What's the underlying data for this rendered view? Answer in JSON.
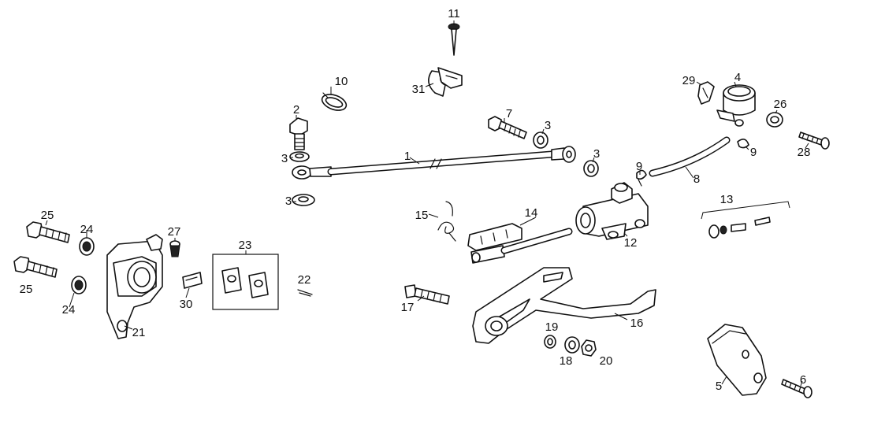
{
  "callouts": [
    {
      "id": "1",
      "label": "1"
    },
    {
      "id": "2",
      "label": "2"
    },
    {
      "id": "3a",
      "label": "3"
    },
    {
      "id": "3b",
      "label": "3"
    },
    {
      "id": "3c",
      "label": "3"
    },
    {
      "id": "3d",
      "label": "3"
    },
    {
      "id": "4",
      "label": "4"
    },
    {
      "id": "5",
      "label": "5"
    },
    {
      "id": "6",
      "label": "6"
    },
    {
      "id": "7",
      "label": "7"
    },
    {
      "id": "8",
      "label": "8"
    },
    {
      "id": "9a",
      "label": "9"
    },
    {
      "id": "9b",
      "label": "9"
    },
    {
      "id": "10",
      "label": "10"
    },
    {
      "id": "11",
      "label": "11"
    },
    {
      "id": "12",
      "label": "12"
    },
    {
      "id": "13",
      "label": "13"
    },
    {
      "id": "14",
      "label": "14"
    },
    {
      "id": "15",
      "label": "15"
    },
    {
      "id": "16",
      "label": "16"
    },
    {
      "id": "17",
      "label": "17"
    },
    {
      "id": "18",
      "label": "18"
    },
    {
      "id": "19",
      "label": "19"
    },
    {
      "id": "20",
      "label": "20"
    },
    {
      "id": "21",
      "label": "21"
    },
    {
      "id": "22",
      "label": "22"
    },
    {
      "id": "23",
      "label": "23"
    },
    {
      "id": "24a",
      "label": "24"
    },
    {
      "id": "24b",
      "label": "24"
    },
    {
      "id": "25a",
      "label": "25"
    },
    {
      "id": "25b",
      "label": "25"
    },
    {
      "id": "26",
      "label": "26"
    },
    {
      "id": "27",
      "label": "27"
    },
    {
      "id": "28",
      "label": "28"
    },
    {
      "id": "29",
      "label": "29"
    },
    {
      "id": "30",
      "label": "30"
    },
    {
      "id": "31",
      "label": "31"
    }
  ]
}
